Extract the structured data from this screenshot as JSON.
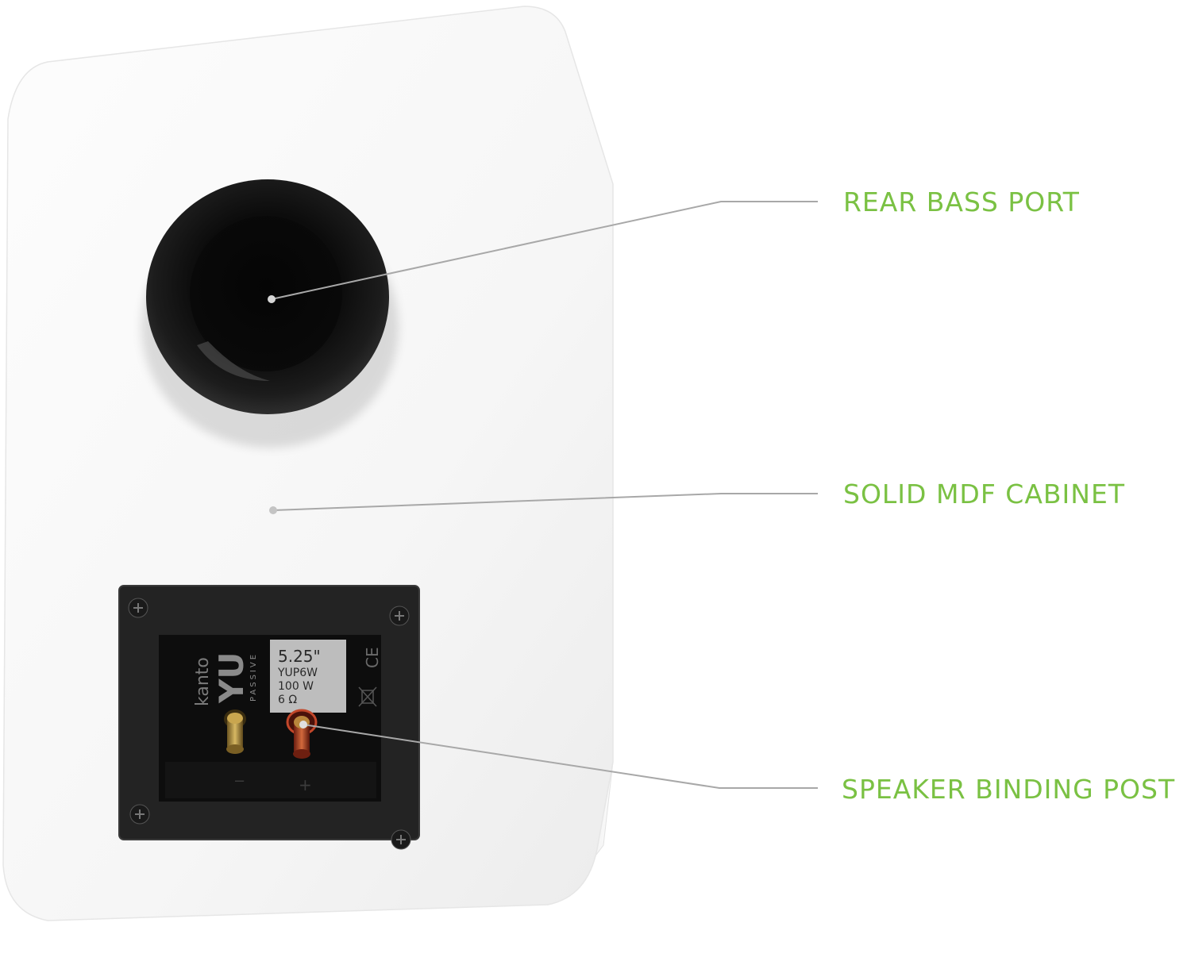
{
  "callouts": [
    {
      "id": "bass-port",
      "label": "REAR BASS PORT"
    },
    {
      "id": "cabinet",
      "label": "SOLID MDF CABINET"
    },
    {
      "id": "binding-post",
      "label": "SPEAKER BINDING POST"
    }
  ],
  "panel": {
    "brand_logo": "kanto",
    "model_logo": "YU",
    "model_sub": "PASSIVE",
    "spec_size": "5.25\"",
    "spec_model": "YUP6W",
    "spec_power": "100 W",
    "spec_impedance": "6 Ω",
    "ce_mark": "CE",
    "polarity_neg": "−",
    "polarity_pos": "+"
  },
  "colors": {
    "accent_green": "#7ac143",
    "leader_line": "#a8a8a8",
    "cabinet_white": "#f7f7f7",
    "panel_black": "#222222",
    "port_black": "#141414"
  }
}
